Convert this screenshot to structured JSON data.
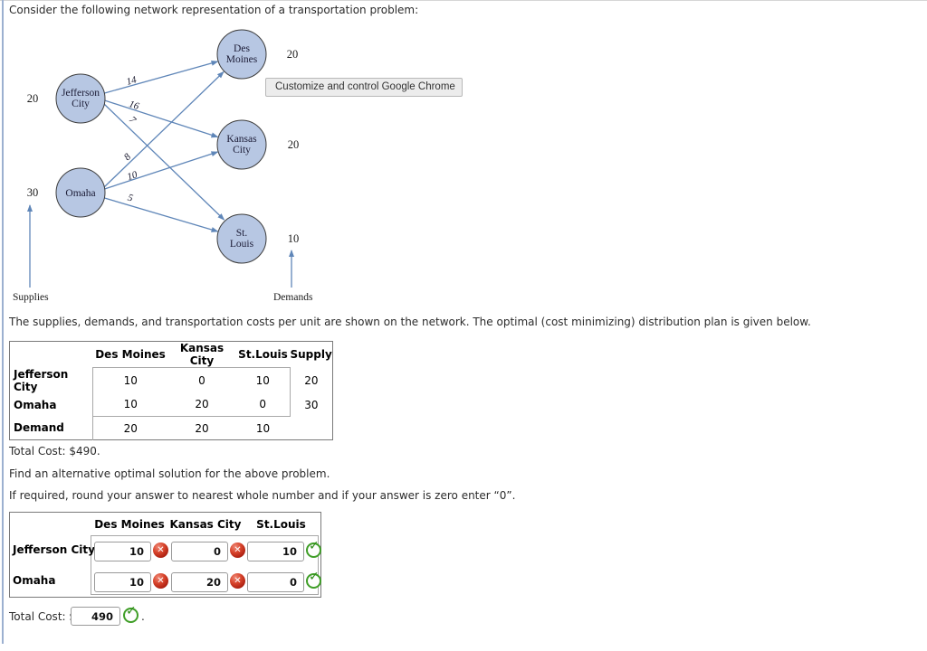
{
  "page": {
    "title_line": "Consider the following network representation of a transportation problem:",
    "description": "The supplies, demands, and transportation costs per unit are shown on the network. The optimal (cost minimizing) distribution plan is given below.",
    "optimal_cost_line": "Total Cost: $490.",
    "find_line": "Find an alternative optimal solution for the above problem.",
    "round_line": "If required, round your answer to nearest whole number and if your answer is zero enter “0”.",
    "period": "."
  },
  "tooltip": {
    "text": "Customize and control Google Chrome"
  },
  "network": {
    "supplies_label": "Supplies",
    "demands_label": "Demands",
    "supply_nodes": [
      {
        "name": "Jefferson City",
        "label_lines": [
          "Jefferson",
          "City"
        ],
        "supply": "20"
      },
      {
        "name": "Omaha",
        "label_lines": [
          "Omaha"
        ],
        "supply": "30"
      }
    ],
    "demand_nodes": [
      {
        "name": "Des Moines",
        "label_lines": [
          "Des",
          "Moines"
        ],
        "demand": "20"
      },
      {
        "name": "Kansas City",
        "label_lines": [
          "Kansas",
          "City"
        ],
        "demand": "20"
      },
      {
        "name": "St. Louis",
        "label_lines": [
          "St.",
          "Louis"
        ],
        "demand": "10"
      }
    ],
    "edges": [
      {
        "from": "Jefferson City",
        "to": "Des Moines",
        "cost": "14"
      },
      {
        "from": "Jefferson City",
        "to": "Kansas City",
        "cost": "16"
      },
      {
        "from": "Jefferson City",
        "to": "St. Louis",
        "cost": "7"
      },
      {
        "from": "Omaha",
        "to": "Des Moines",
        "cost": "8"
      },
      {
        "from": "Omaha",
        "to": "Kansas City",
        "cost": "10"
      },
      {
        "from": "Omaha",
        "to": "St. Louis",
        "cost": "5"
      }
    ],
    "colors": {
      "edge": "#5f86b8",
      "node_fill": "#b7c7e3",
      "node_border": "#3d3d3d"
    }
  },
  "solution_table": {
    "col_headers": [
      "Des Moines",
      "Kansas City",
      "St.Louis",
      "Supply"
    ],
    "rows": [
      {
        "label": "Jefferson City",
        "values": [
          "10",
          "0",
          "10",
          "20"
        ]
      },
      {
        "label": "Omaha",
        "values": [
          "10",
          "20",
          "0",
          "30"
        ]
      },
      {
        "label": "Demand",
        "values": [
          "20",
          "20",
          "10",
          ""
        ]
      }
    ]
  },
  "answer_form": {
    "col_headers": [
      "Des Moines",
      "Kansas City",
      "St.Louis"
    ],
    "rows": [
      {
        "label": "Jefferson City",
        "cells": [
          {
            "value": "10",
            "status": "incorrect"
          },
          {
            "value": "0",
            "status": "incorrect"
          },
          {
            "value": "10",
            "status": "correct"
          }
        ]
      },
      {
        "label": "Omaha",
        "cells": [
          {
            "value": "10",
            "status": "incorrect"
          },
          {
            "value": "20",
            "status": "incorrect"
          },
          {
            "value": "0",
            "status": "correct"
          }
        ]
      }
    ],
    "total": {
      "label": "Total Cost: $",
      "value": "490",
      "status": "correct"
    }
  },
  "status_colors": {
    "correct": "#3f9e27",
    "incorrect": "#b02313"
  }
}
